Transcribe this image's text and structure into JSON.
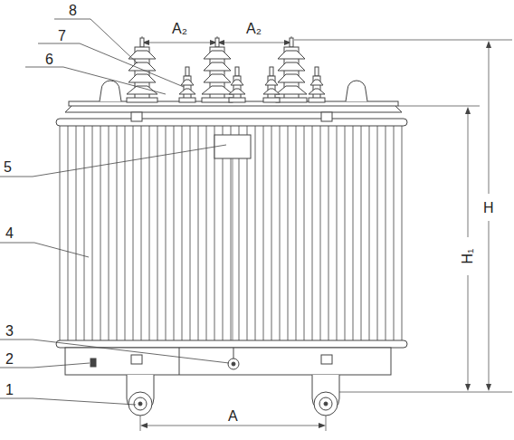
{
  "diagram": {
    "labels": [
      "8",
      "7",
      "6",
      "5",
      "4",
      "3",
      "2",
      "1",
      "A₂",
      "A₂",
      "H",
      "H₁",
      "A"
    ]
  }
}
